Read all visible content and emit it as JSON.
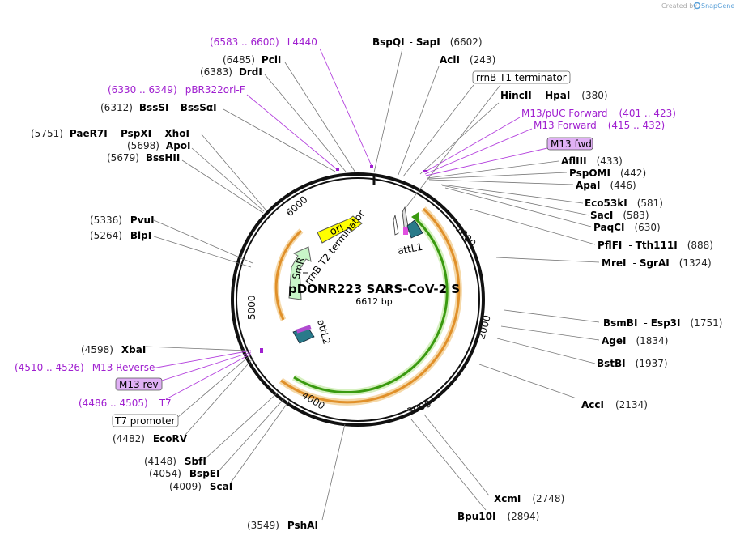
{
  "credit": {
    "created_by": "Created by",
    "brand": "SnapGene"
  },
  "plasmid": {
    "name": "pDONR223 SARS-CoV-2 S",
    "size": "6612 bp"
  },
  "ticks": [
    "1000",
    "2000",
    "3000",
    "4000",
    "5000",
    "6000"
  ],
  "sites": {
    "bspqi": {
      "name": "BspQI",
      "sep": "-",
      "name2": "SapI",
      "pos": "(6602)"
    },
    "acli": {
      "name": "AclI",
      "pos": "(243)"
    },
    "hincii": {
      "name": "HincII",
      "sep": "-",
      "name2": "HpaI",
      "pos": "(380)"
    },
    "afliii": {
      "name": "AflIII",
      "pos": "(433)"
    },
    "pspomi": {
      "name": "PspOMI",
      "pos": "(442)"
    },
    "apai": {
      "name": "ApaI",
      "pos": "(446)"
    },
    "eco53ki": {
      "name": "Eco53kI",
      "pos": "(581)"
    },
    "saci": {
      "name": "SacI",
      "pos": "(583)"
    },
    "paqci": {
      "name": "PaqCI",
      "pos": "(630)"
    },
    "pflfi": {
      "name": "PflFI",
      "sep": "-",
      "name2": "Tth111I",
      "pos": "(888)"
    },
    "mrei": {
      "name": "MreI",
      "sep": "-",
      "name2": "SgrAI",
      "pos": "(1324)"
    },
    "bsmbi": {
      "name": "BsmBI",
      "sep": "-",
      "name2": "Esp3I",
      "pos": "(1751)"
    },
    "agei": {
      "name": "AgeI",
      "pos": "(1834)"
    },
    "bstbi": {
      "name": "BstBI",
      "pos": "(1937)"
    },
    "acci": {
      "name": "AccI",
      "pos": "(2134)"
    },
    "xcmi": {
      "name": "XcmI",
      "pos": "(2748)"
    },
    "bpu10i": {
      "name": "Bpu10I",
      "pos": "(2894)"
    },
    "pshai": {
      "name": "PshAI",
      "pos": "(3549)"
    },
    "scai": {
      "name": "ScaI",
      "pos": "(4009)"
    },
    "bspei": {
      "name": "BspEI",
      "pos": "(4054)"
    },
    "sbfi": {
      "name": "SbfI",
      "pos": "(4148)"
    },
    "ecorv": {
      "name": "EcoRV",
      "pos": "(4482)"
    },
    "xbai": {
      "name": "XbaI",
      "pos": "(4598)"
    },
    "blpi": {
      "name": "BlpI",
      "pos": "(5264)"
    },
    "pvui": {
      "name": "PvuI",
      "pos": "(5336)"
    },
    "bsshii": {
      "name": "BssHII",
      "pos": "(5679)"
    },
    "apoi": {
      "name": "ApoI",
      "pos": "(5698)"
    },
    "paer7i": {
      "name": "PaeR7I",
      "sep1": "-",
      "name2": "PspXI",
      "sep2": "-",
      "name3": "XhoI",
      "pos": "(5751)"
    },
    "bsssi": {
      "name": "BssSI",
      "sep": "-",
      "name2": "BssSαI",
      "pos": "(6312)"
    },
    "drdi": {
      "name": "DrdI",
      "pos": "(6383)"
    },
    "pcli": {
      "name": "PclI",
      "pos": "(6485)"
    }
  },
  "primers": {
    "l4440": {
      "range": "(6583 .. 6600)",
      "name": "L4440"
    },
    "pbr322": {
      "range": "(6330 .. 6349)",
      "name": "pBR322ori-F"
    },
    "m13puc": {
      "name": "M13/pUC Forward",
      "range": "(401 .. 423)"
    },
    "m13fwd_primer": {
      "name": "M13 Forward",
      "range": "(415 .. 432)"
    },
    "m13rev_primer": {
      "range": "(4510 .. 4526)",
      "name": "M13 Reverse"
    },
    "t7": {
      "range": "(4486 .. 4505)",
      "name": "T7"
    }
  },
  "boxed": {
    "rrnb_t1": "rrnB T1 terminator",
    "m13_fwd": "M13 fwd",
    "m13_rev": "M13 rev",
    "t7_promoter": "T7 promoter"
  },
  "features": {
    "ori": "ori",
    "smr": "SmR",
    "rrnb_t2": "rrnB T2 terminator",
    "attl1": "attL1",
    "attl2": "attL2"
  },
  "colors": {
    "primer": "#a020d0",
    "orange": "#e0902a",
    "green": "#3a9a10",
    "yellow": "#ffff00",
    "teal": "#2a7a8a",
    "mint": "#c8f5c8"
  }
}
